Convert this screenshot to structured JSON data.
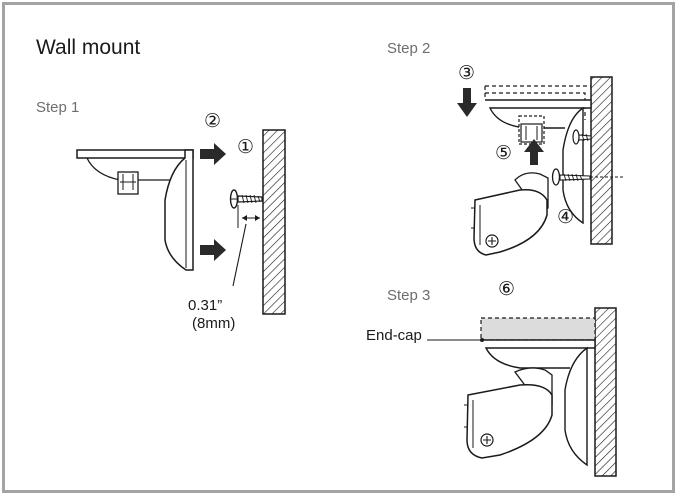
{
  "title": "Wall mount",
  "steps": {
    "step1": "Step 1",
    "step2": "Step 2",
    "step3": "Step 3"
  },
  "callouts": {
    "n1": "①",
    "n2": "②",
    "n3": "③",
    "n4": "④",
    "n5": "⑤",
    "n6": "⑥"
  },
  "measurement": {
    "inch": "0.31”",
    "mm": "(8mm)"
  },
  "endcap_label": "End-cap",
  "icons": [
    "screw-icon",
    "arrow-right-icon",
    "arrow-down-icon",
    "arrow-up-icon",
    "wall-hatch-icon"
  ],
  "colors": {
    "frame": "#a3a3a3",
    "line": "#1a1a1a",
    "step_text": "#6e6e6e",
    "endcap_fill": "#dcdcdc"
  }
}
